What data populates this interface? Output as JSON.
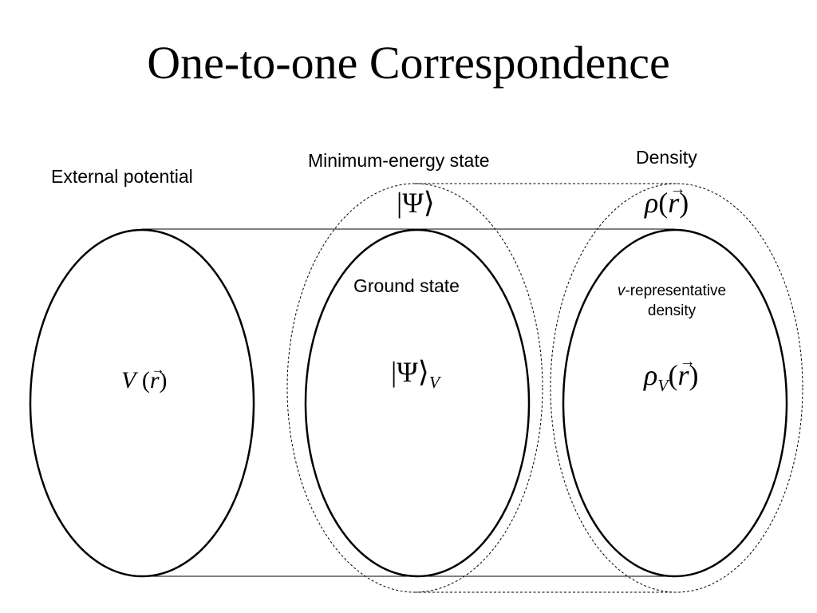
{
  "title": "One-to-one Correspondence",
  "labels": {
    "external_potential": "External potential",
    "minimum_energy_state": "Minimum-energy state",
    "density": "Density",
    "ground_state": "Ground state",
    "v_prefix": "v",
    "v_representative": "-representative",
    "density_line2": "density"
  },
  "math": {
    "potential_symbol": "V",
    "r_symbol": "r",
    "psi_symbol": "Ψ",
    "psi_subscript": "V",
    "rho_symbol": "ρ",
    "rho_subscript": "V"
  },
  "colors": {
    "stroke": "#000000",
    "background": "#ffffff"
  }
}
